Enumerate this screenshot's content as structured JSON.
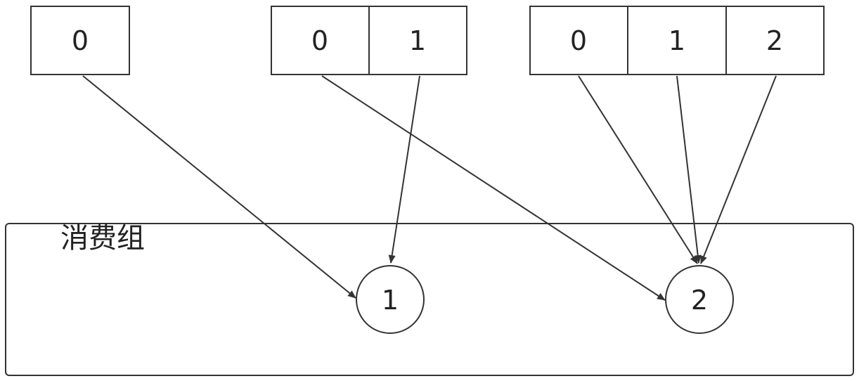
{
  "topics": [
    {
      "partitions": [
        "0"
      ]
    },
    {
      "partitions": [
        "0",
        "1"
      ]
    },
    {
      "partitions": [
        "0",
        "1",
        "2"
      ]
    }
  ],
  "consumer_group": {
    "label": "消费组",
    "consumers": [
      "1",
      "2"
    ]
  },
  "assignments": [
    {
      "topic": 0,
      "partition": 0,
      "consumer": 0
    },
    {
      "topic": 1,
      "partition": 0,
      "consumer": 1
    },
    {
      "topic": 1,
      "partition": 1,
      "consumer": 0
    },
    {
      "topic": 2,
      "partition": 0,
      "consumer": 1
    },
    {
      "topic": 2,
      "partition": 1,
      "consumer": 1
    },
    {
      "topic": 2,
      "partition": 2,
      "consumer": 1
    }
  ],
  "colors": {
    "stroke": "#333333",
    "background": "#ffffff"
  }
}
